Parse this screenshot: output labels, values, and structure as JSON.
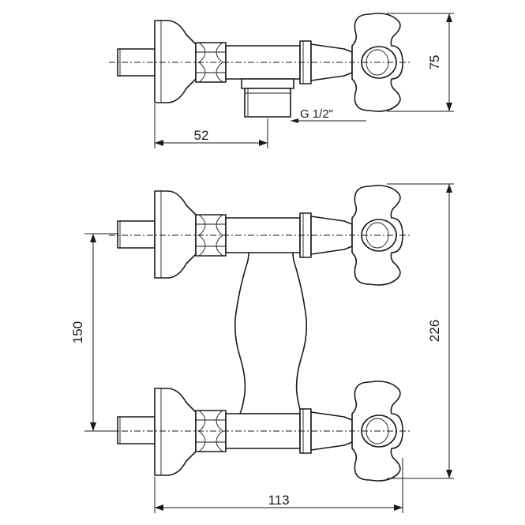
{
  "dimensions": {
    "top_height": "75",
    "outlet_offset": "52",
    "thread": "G 1/2\"",
    "inlet_spacing": "150",
    "total_height": "226",
    "total_depth": "113"
  }
}
